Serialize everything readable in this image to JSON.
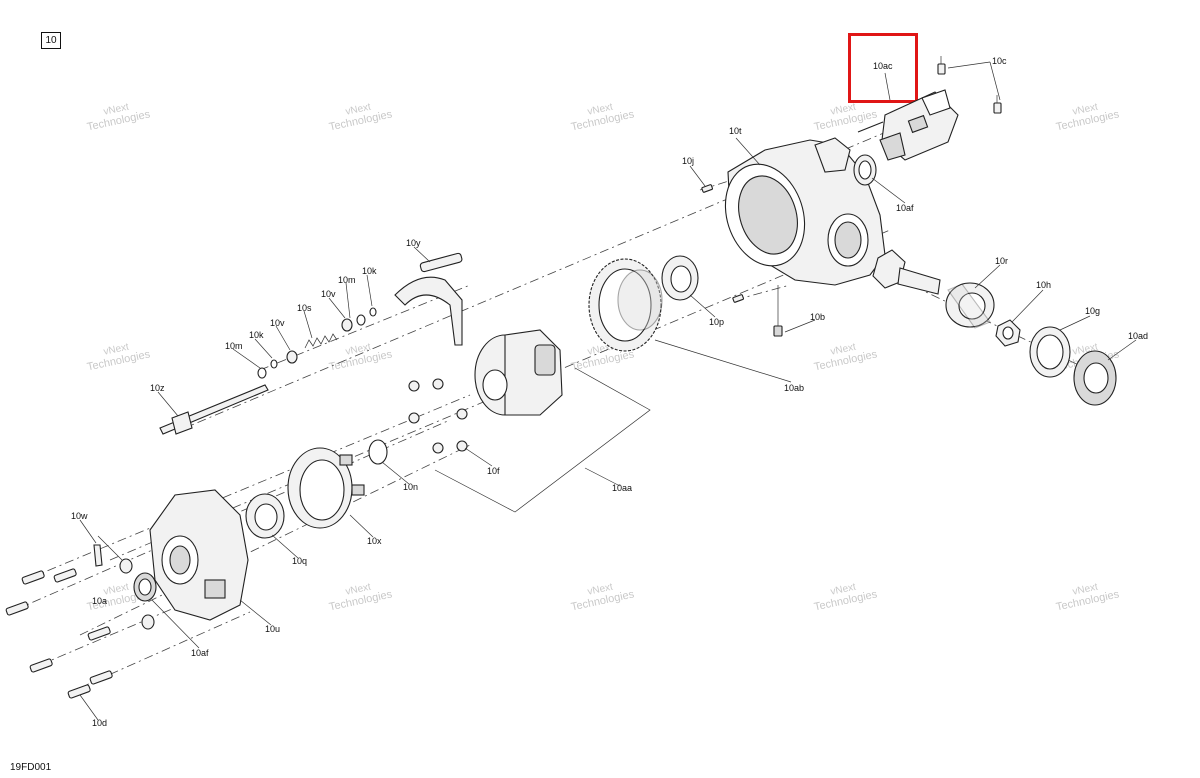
{
  "figure": {
    "number": "10",
    "code": "19FD001"
  },
  "watermark": {
    "line1": "vNext",
    "line2": "Technologies",
    "line3": "vNext Technologies"
  },
  "highlight_color": "#e01616",
  "highlighted_part": "10ac",
  "parts": {
    "10a": "10a",
    "10b": "10b",
    "10c": "10c",
    "10d": "10d",
    "10f": "10f",
    "10g": "10g",
    "10h": "10h",
    "10j": "10j",
    "10k_upper": "10k",
    "10k_lower": "10k",
    "10m_upper": "10m",
    "10m_lower": "10m",
    "10n": "10n",
    "10p": "10p",
    "10q": "10q",
    "10r": "10r",
    "10s": "10s",
    "10t": "10t",
    "10u": "10u",
    "10v_upper": "10v",
    "10v_lower": "10v",
    "10w": "10w",
    "10x": "10x",
    "10y": "10y",
    "10z": "10z",
    "10aa": "10aa",
    "10ab": "10ab",
    "10ac": "10ac",
    "10ad": "10ad",
    "10af_upper": "10af",
    "10af_lower": "10af"
  }
}
